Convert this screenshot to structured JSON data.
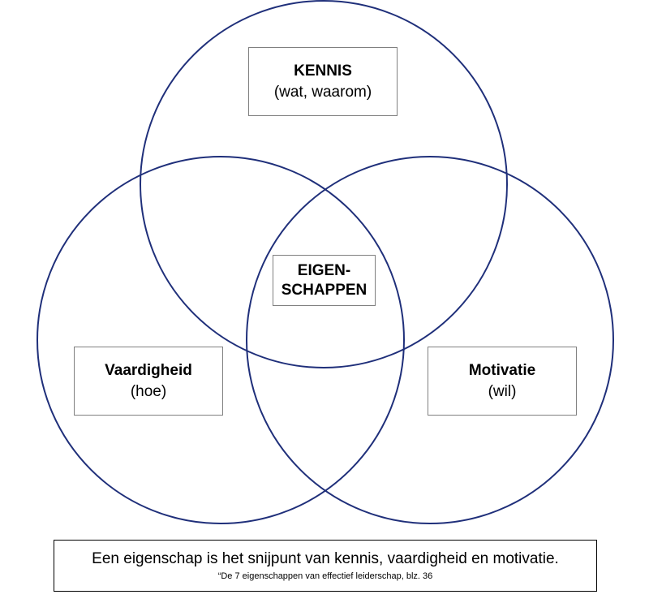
{
  "diagram": {
    "circle_color": "#1f2f7a",
    "box_border_color": "#808080",
    "circles": [
      {
        "name": "kennis"
      },
      {
        "name": "vaardigheid"
      },
      {
        "name": "motivatie"
      }
    ],
    "kennis": {
      "title": "KENNIS",
      "subtitle": "(wat, waarom)"
    },
    "vaardigheid": {
      "title": "Vaardigheid",
      "subtitle": "(hoe)"
    },
    "motivatie": {
      "title": "Motivatie",
      "subtitle": "(wil)"
    },
    "eigenschappen": {
      "line1": "EIGEN-",
      "line2": "SCHAPPEN"
    }
  },
  "caption": {
    "main": "Een eigenschap is het snijpunt van kennis, vaardigheid en motivatie.",
    "source": "“De 7 eigenschappen van effectief leiderschap, blz. 36"
  }
}
